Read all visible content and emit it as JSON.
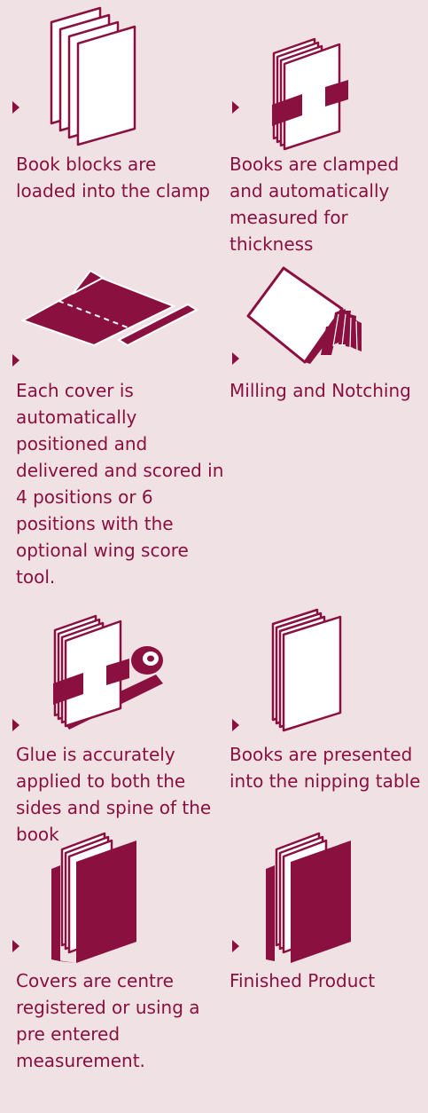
{
  "colors": {
    "accent": "#8a1040",
    "background": "#efe1e4"
  },
  "steps": [
    {
      "icon": "book-block-stack-icon",
      "caption": "Book blocks are loaded into the clamp"
    },
    {
      "icon": "clamped-book-icon",
      "caption": "Books are clamped and automatically measured for thickness"
    },
    {
      "icon": "scored-cover-icon",
      "caption": "Each cover is automatically positioned and delivered and scored in 4 positions or 6 positions with the optional wing score tool."
    },
    {
      "icon": "milling-notching-icon",
      "caption": "Milling and Notching"
    },
    {
      "icon": "glue-roller-icon",
      "caption": "Glue is accurately applied to both the sides and spine of the book"
    },
    {
      "icon": "nipping-table-book-icon",
      "caption": "Books are presented into the nipping table"
    },
    {
      "icon": "cover-registration-icon",
      "caption": "Covers are centre registered or using a pre entered measurement."
    },
    {
      "icon": "finished-book-icon",
      "caption": "Finished Product"
    }
  ]
}
